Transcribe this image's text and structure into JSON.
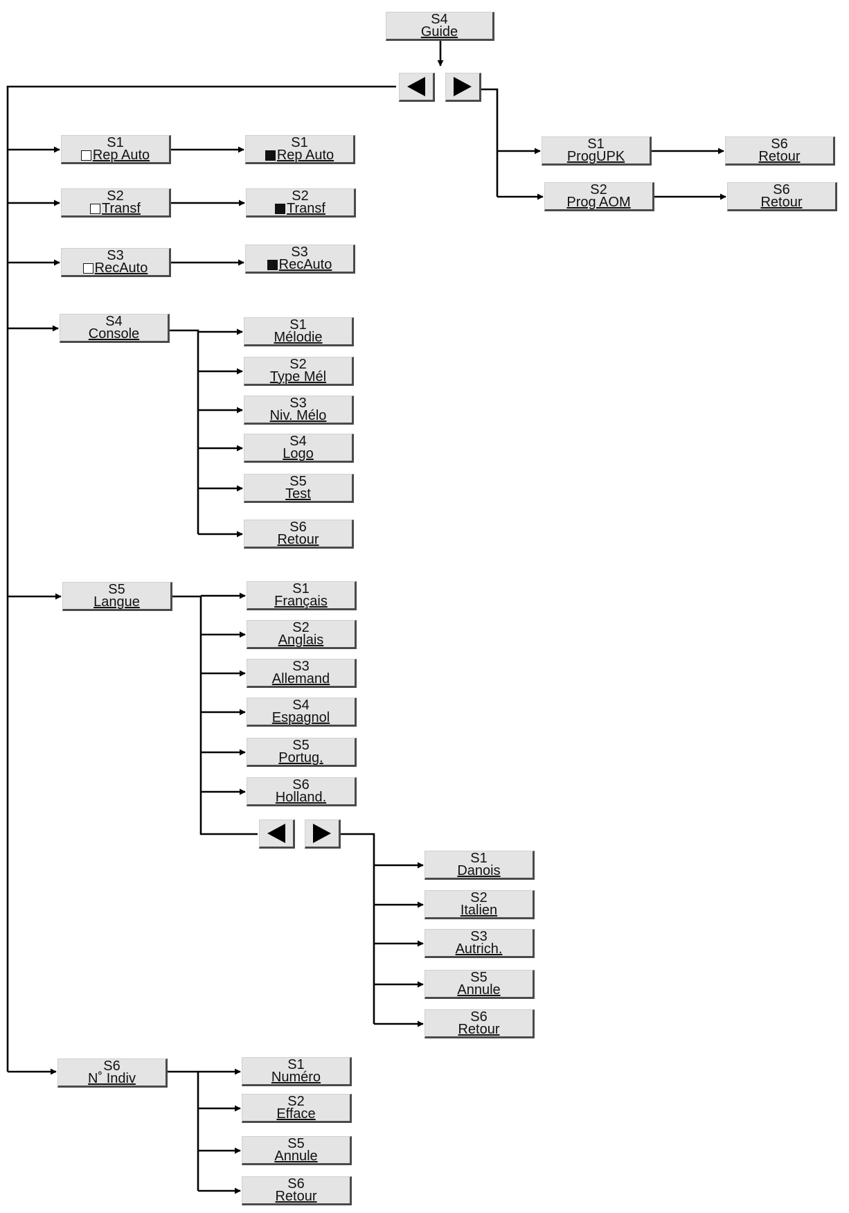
{
  "guide": {
    "code": "S4",
    "label": "Guide"
  },
  "nav_icons": {
    "prev": "prev-arrow-icon",
    "next": "next-arrow-icon"
  },
  "right_branch": [
    {
      "code": "S1",
      "label": "ProgUPK",
      "target": {
        "code": "S6",
        "label": "Retour"
      }
    },
    {
      "code": "S2",
      "label": "Prog AOM",
      "target": {
        "code": "S6",
        "label": "Retour"
      }
    }
  ],
  "toggles": [
    {
      "off": {
        "code": "S1",
        "label": "Rep Auto"
      },
      "on": {
        "code": "S1",
        "label": "Rep Auto"
      }
    },
    {
      "off": {
        "code": "S2",
        "label": "Transf"
      },
      "on": {
        "code": "S2",
        "label": "Transf"
      }
    },
    {
      "off": {
        "code": "S3",
        "label": "RecAuto"
      },
      "on": {
        "code": "S3",
        "label": "RecAuto"
      }
    }
  ],
  "console": {
    "code": "S4",
    "label": "Console",
    "items": [
      {
        "code": "S1",
        "label": "Mélodie"
      },
      {
        "code": "S2",
        "label": "Type Mél"
      },
      {
        "code": "S3",
        "label": "Niv. Mélo"
      },
      {
        "code": "S4",
        "label": "Logo"
      },
      {
        "code": "S5",
        "label": "Test"
      },
      {
        "code": "S6",
        "label": "Retour"
      }
    ]
  },
  "langue": {
    "code": "S5",
    "label": "Langue",
    "items": [
      {
        "code": "S1",
        "label": "Français"
      },
      {
        "code": "S2",
        "label": "Anglais"
      },
      {
        "code": "S3",
        "label": "Allemand"
      },
      {
        "code": "S4",
        "label": "Espagnol"
      },
      {
        "code": "S5",
        "label": "Portug."
      },
      {
        "code": "S6",
        "label": "Holland."
      }
    ],
    "more_items": [
      {
        "code": "S1",
        "label": "Danois"
      },
      {
        "code": "S2",
        "label": "Italien"
      },
      {
        "code": "S3",
        "label": "Autrich."
      },
      {
        "code": "S5",
        "label": "Annule"
      },
      {
        "code": "S6",
        "label": "Retour"
      }
    ]
  },
  "indiv": {
    "code": "S6",
    "label": "N˚ Indiv",
    "items": [
      {
        "code": "S1",
        "label": "Numéro"
      },
      {
        "code": "S2",
        "label": "Efface"
      },
      {
        "code": "S5",
        "label": "Annule"
      },
      {
        "code": "S6",
        "label": "Retour"
      }
    ]
  }
}
